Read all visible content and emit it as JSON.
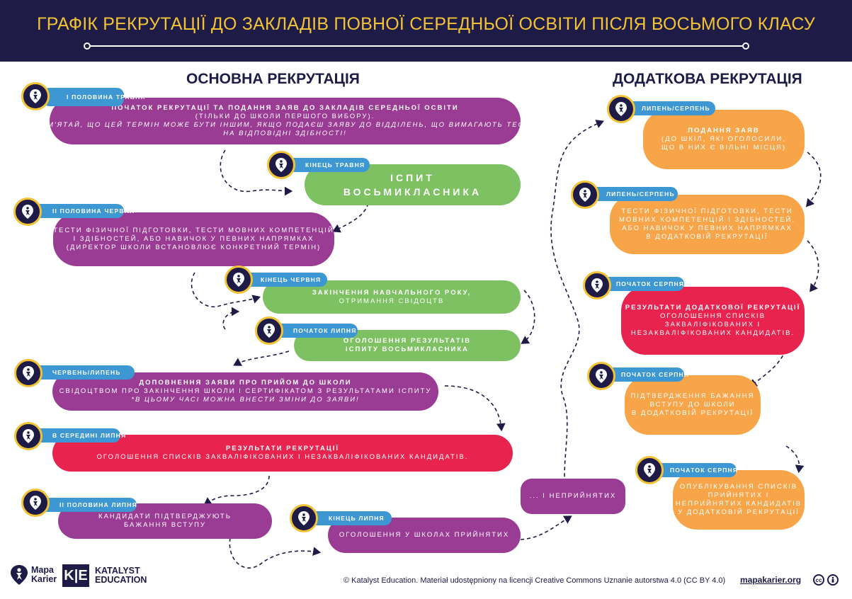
{
  "header": {
    "title": "ГРАФІК РЕКРУТАЦІЇ ДО ЗАКЛАДІВ ПОВНОЇ СЕРЕДНЬОЇ ОСВІТИ ПІСЛЯ ВОСЬМОГО КЛАСУ"
  },
  "sections": {
    "main": "ОСНОВНА РЕКРУТАЦІЯ",
    "additional": "ДОДАТКОВА РЕКРУТАЦІЯ"
  },
  "colors": {
    "navy": "#1e1b47",
    "gold": "#f3c336",
    "purple": "#9a3b94",
    "green": "#7dc163",
    "red": "#e8234e",
    "orange": "#f8a449",
    "blue": "#3d97d3"
  },
  "main_steps": [
    {
      "tag": "І ПОЛОВИНА ТРАВНЯ",
      "lines": [
        "ПОЧАТОК РЕКРУТАЦІЇ ТА ПОДАННЯ ЗАЯВ ДО ЗАКЛАДІВ СЕРЕДНЬОЇ ОСВІТИ",
        "(ТІЛЬКИ ДО ШКОЛИ ПЕРШОГО ВИБОРУ).",
        "*ПАМ'ЯТАЙ, ЩО ЦЕЙ ТЕРМІН МОЖЕ БУТИ ІНШИМ, ЯКЩО ПОДАЄШ ЗАЯВУ ДО ВІДДІЛЕНЬ, ЩО ВИМАГАЮТЬ ТЕСТІВ",
        "НА ВІДПОВІДНІ ЗДІБНОСТІ!"
      ]
    },
    {
      "tag": "КІНЕЦЬ ТРАВНЯ",
      "lines": [
        "ІСПИТ",
        "ВОСЬМИКЛАСНИКА"
      ]
    },
    {
      "tag": "ІІ ПОЛОВИНА ЧЕРВНЯ",
      "lines": [
        "ТЕСТИ ФІЗИЧНОЇ ПІДГОТОВКИ, ТЕСТИ МОВНИХ КОМПЕТЕНЦІЙ",
        "І ЗДІБНОСТЕЙ, АБО НАВИЧОК У ПЕВНИХ НАПРЯМКАХ",
        "(ДИРЕКТОР ШКОЛИ ВСТАНОВЛЮЄ КОНКРЕТНИЙ  ТЕРМІН)"
      ]
    },
    {
      "tag": "КІНЕЦЬ ЧЕРВНЯ",
      "lines": [
        "ЗАКІНЧЕННЯ НАВЧАЛЬНОГО РОКУ,",
        "ОТРИМАННЯ СВІДОЦТВ"
      ]
    },
    {
      "tag": "ПОЧАТОК ЛИПНЯ",
      "lines": [
        "ОГОЛОШЕННЯ РЕЗУЛЬТАТІВ",
        "ІСПИТУ ВОСЬМИКЛАСНИКА"
      ]
    },
    {
      "tag": "ЧЕРВЕНЬ/ЛИПЕНЬ",
      "lines": [
        "ДОПОВНЕННЯ ЗАЯВИ ПРО ПРИЙОМ ДО ШКОЛИ",
        "СВІДОЦТВОМ ПРО ЗАКІНЧЕННЯ ШКОЛИ І СЕРТИФІКАТОМ З РЕЗУЛЬТАТАМИ ІСПИТУ",
        "*В ЦЬОМУ ЧАСІ МОЖНА ВНЕСТИ ЗМІНИ ДО ЗАЯВИ!"
      ]
    },
    {
      "tag": "В СЕРЕДИНІ ЛИПНЯ",
      "lines": [
        "РЕЗУЛЬТАТИ РЕКРУТАЦІЇ",
        "ОГОЛОШЕННЯ СПИСКІВ ЗАКВАЛІФІКОВАНИХ І НЕЗАКВАЛІФІКОВАНИХ КАНДИДАТІВ."
      ]
    },
    {
      "tag": "ІІ ПОЛОВИНА ЛИПНЯ",
      "lines": [
        "КАНДИДАТИ ПІДТВЕРДЖУЮТЬ",
        "БАЖАННЯ ВСТУПУ"
      ]
    },
    {
      "tag": "КІНЕЦЬ ЛИПНЯ",
      "lines": [
        "ОГОЛОШЕННЯ У ШКОЛАХ ПРИЙНЯТИХ"
      ]
    }
  ],
  "bridge": {
    "label": "... І НЕПРИЙНЯТИХ"
  },
  "extra_steps": [
    {
      "tag": "ЛИПЕНЬ/СЕРПЕНЬ",
      "lines": [
        "ПОДАННЯ ЗАЯВ",
        "(ДО ШКІЛ, ЯКІ ОГОЛОСИЛИ,",
        "ЩО В НИХ Є ВІЛЬНІ МІСЦЯ)"
      ]
    },
    {
      "tag": "ЛИПЕНЬ/СЕРПЕНЬ",
      "lines": [
        "ТЕСТИ ФІЗИЧНОЇ ПІДГОТОВКИ, ТЕСТИ",
        "МОВНИХ КОМПЕТЕНЦІЙ І ЗДІБНОСТЕЙ,",
        "АБО НАВИЧОК У ПЕВНИХ НАПРЯМКАХ",
        "В ДОДАТКОВІЙ РЕКРУТАЦІЇ"
      ]
    },
    {
      "tag": "ПОЧАТОК СЕРПНЯ",
      "lines": [
        "РЕЗУЛЬТАТИ ДОДАТКОВОЇ РЕКРУТАЦІЇ",
        "ОГОЛОШЕННЯ СПИСКІВ",
        "ЗАКВАЛІФІКОВАНИХ І",
        "НЕЗАКВАЛІФІКОВАНИХ КАНДИДАТІВ."
      ]
    },
    {
      "tag": "ПОЧАТОК СЕРПНЯ",
      "lines": [
        "ПІДТВЕРДЖЕННЯ БАЖАННЯ",
        "ВСТУПУ ДО ШКОЛИ",
        "В ДОДАТКОВІЙ РЕКРУТАЦІЇ"
      ]
    },
    {
      "tag": "ПОЧАТОК СЕРПНЯ",
      "lines": [
        "ОПУБЛІКУВАННЯ СПИСКІВ",
        "ПРИЙНЯТИХ І",
        "НЕПРИЙНЯТИХ КАНДИДАТІВ",
        "У ДОДАТКОВІЙ РЕКРУТАЦІЇ"
      ]
    }
  ],
  "footer": {
    "mapa_line1": "Mapa",
    "mapa_line2": "Karier",
    "katalyst_mark": "K|E",
    "katalyst_line1": "KATALYST",
    "katalyst_line2": "EDUCATION",
    "license": "© Katalyst Education. Materiał udostępniony na licencji Creative Commons Uznanie autorstwa 4.0 (CC BY 4.0)",
    "url": "mapakarier.org",
    "cc_icon": "cc",
    "by_icon": "by"
  }
}
